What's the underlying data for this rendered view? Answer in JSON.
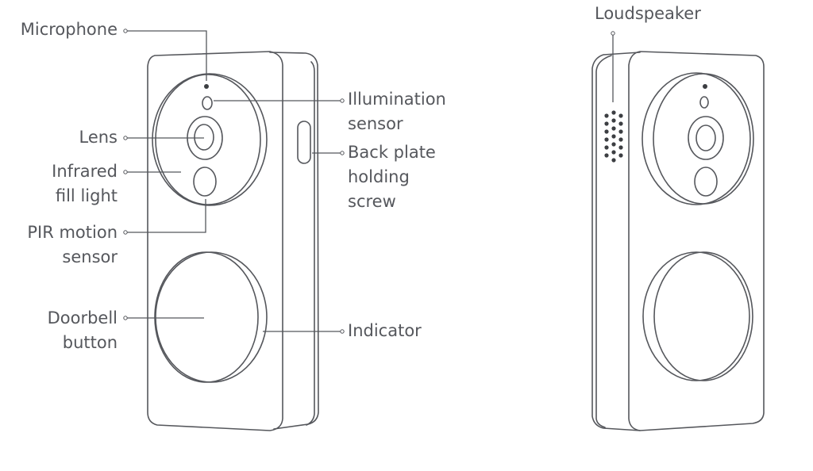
{
  "title": "Video doorbell components",
  "colors": {
    "line": "#55575c",
    "text": "#55575c",
    "background": "#ffffff"
  },
  "front_view": {
    "labels": {
      "microphone": [
        "Microphone"
      ],
      "lens": [
        "Lens"
      ],
      "infrared": [
        "Infrared",
        "fill light"
      ],
      "pir": [
        "PIR motion",
        "sensor"
      ],
      "doorbell": [
        "Doorbell",
        "button"
      ],
      "illumination": [
        "Illumination",
        "sensor"
      ],
      "backplate": [
        "Back plate",
        "holding",
        "screw"
      ],
      "indicator": [
        "Indicator"
      ]
    }
  },
  "side_view": {
    "labels": {
      "loudspeaker": [
        "Loudspeaker"
      ]
    }
  }
}
